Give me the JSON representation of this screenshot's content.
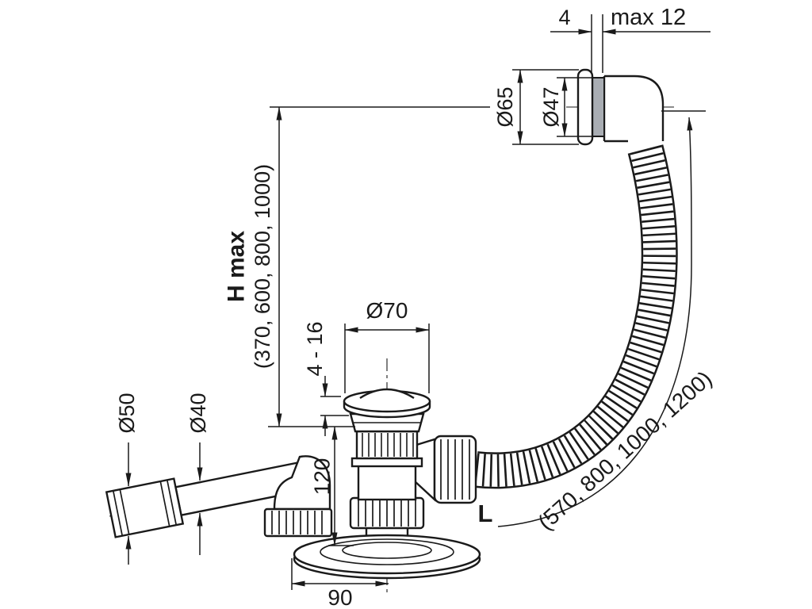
{
  "drawing": {
    "colors": {
      "bg": "#ffffff",
      "line": "#1a1a1a",
      "gasket": "#a9adb3"
    },
    "labels": {
      "dim4": "4",
      "max12": "max 12",
      "d65": "Ø65",
      "d47": "Ø47",
      "hmax": "H max",
      "hmax_values": "(370, 600, 800, 1000)",
      "d70": "Ø70",
      "range_4_16": "4 - 16",
      "d50": "Ø50",
      "d40": "Ø40",
      "dim120": "120",
      "dim90": "90",
      "l": "L",
      "l_values": "(570, 800, 1000, 1200)"
    }
  }
}
